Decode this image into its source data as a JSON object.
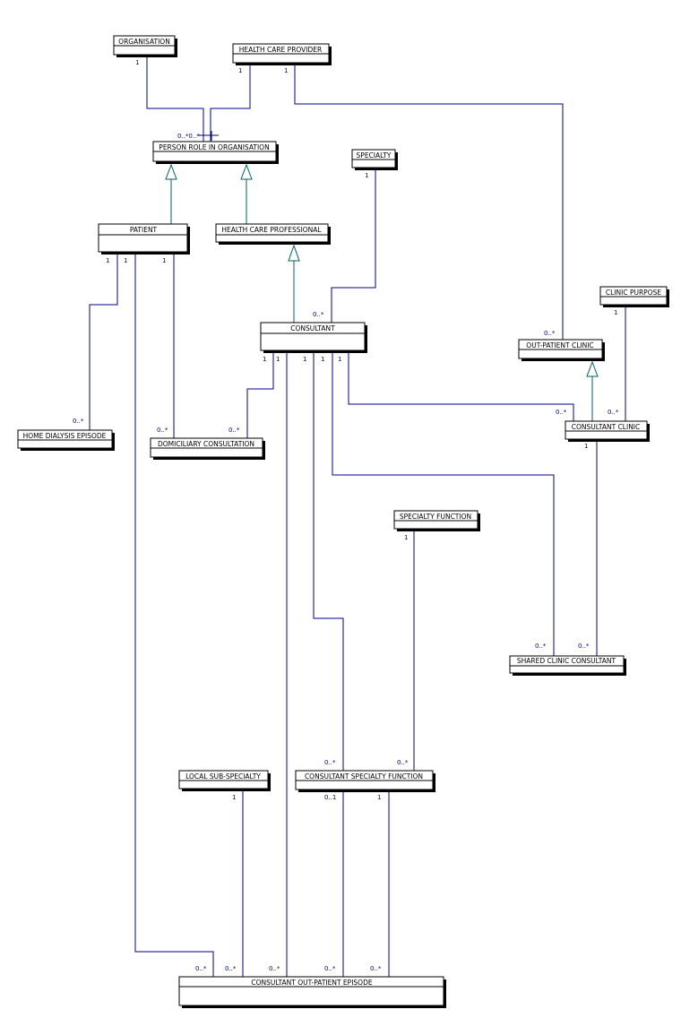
{
  "diagram": {
    "entities": {
      "organisation": "ORGANISATION",
      "health_care_provider": "HEALTH CARE PROVIDER",
      "person_role": "PERSON ROLE IN ORGANISATION",
      "specialty": "SPECIALTY",
      "patient": "PATIENT",
      "health_care_professional": "HEALTH CARE PROFESSIONAL",
      "consultant": "CONSULTANT",
      "clinic_purpose": "CLINIC PURPOSE",
      "out_patient_clinic": "OUT-PATIENT CLINIC",
      "home_dialysis": "HOME DIALYSIS EPISODE",
      "domiciliary": "DOMICILIARY CONSULTATION",
      "consultant_clinic": "CONSULTANT CLINIC",
      "specialty_function": "SPECIALTY FUNCTION",
      "shared_clinic": "SHARED CLINIC CONSULTANT",
      "local_sub_specialty": "LOCAL SUB-SPECIALTY",
      "consultant_specialty_function": "CONSULTANT SPECIALTY FUNCTION",
      "consultant_out_patient_episode": "CONSULTANT OUT-PATIENT EPISODE"
    },
    "mult": {
      "one": "1",
      "many": "0..*",
      "opt": "0..1",
      "pair": "0..*0..*"
    }
  }
}
